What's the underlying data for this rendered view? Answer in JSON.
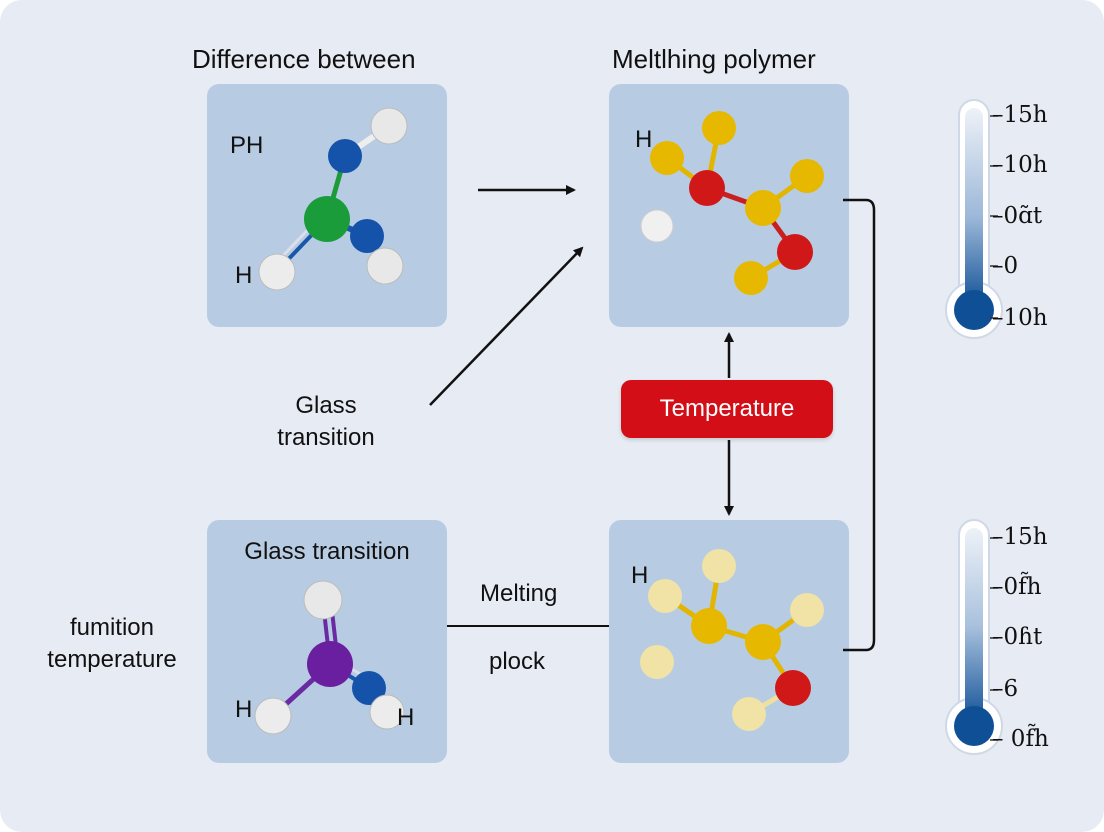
{
  "titles": {
    "left": "Difference between",
    "right": "Meltlhing polymer"
  },
  "panel_top_left": {
    "label_ph": "PH",
    "label_h": "H"
  },
  "panel_top_right": {
    "label_h": "H"
  },
  "panel_bottom_left": {
    "title": "Glass transition",
    "label_h1": "H",
    "label_h2": "H"
  },
  "panel_bottom_right": {
    "label_h": "H"
  },
  "side_labels": {
    "glass_transition_line1": "Glass",
    "glass_transition_line2": "transition",
    "fumition_line1": "fumition",
    "fumition_line2": "temperature",
    "melting": "Melting",
    "plock": "plock"
  },
  "temperature_badge": "Temperature",
  "thermometer_top": {
    "ticks": [
      "–15h",
      "–10h",
      "–0ɑ̃t",
      "–0",
      "–10h"
    ]
  },
  "thermometer_bottom": {
    "ticks": [
      "–15h",
      "–0f̃h",
      "–0ɦt",
      "–6",
      "– 0f̃h"
    ]
  },
  "colors": {
    "background": "#e7ebf3",
    "panel": "#b7cce3",
    "badge": "#d40e17",
    "thermo_fill": "#0f4f96"
  }
}
